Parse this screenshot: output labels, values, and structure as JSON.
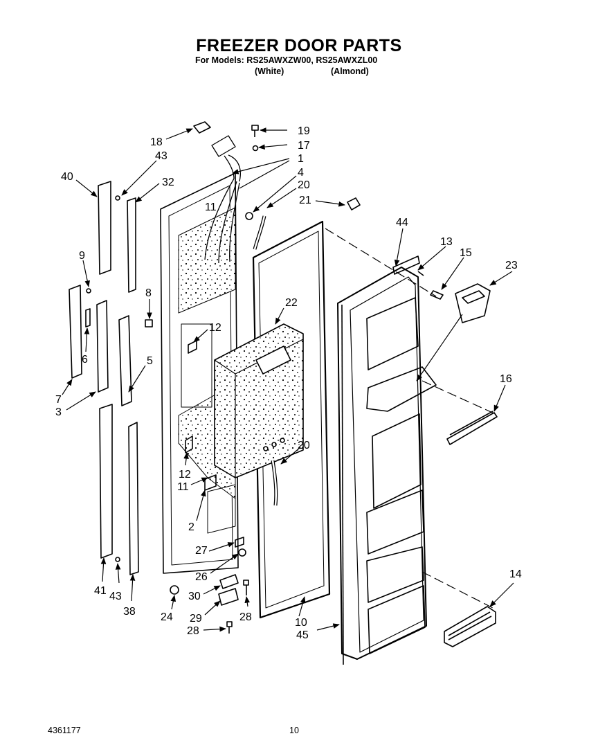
{
  "header": {
    "title": "FREEZER DOOR PARTS",
    "models_line": "For Models: RS25AWXZW00, RS25AWXZL00",
    "color_white": "(White)",
    "color_almond": "(Almond)"
  },
  "callouts": [
    {
      "id": "c18",
      "label": "18"
    },
    {
      "id": "c19",
      "label": "19"
    },
    {
      "id": "c17",
      "label": "17"
    },
    {
      "id": "c43a",
      "label": "43"
    },
    {
      "id": "c1",
      "label": "1"
    },
    {
      "id": "c40",
      "label": "40"
    },
    {
      "id": "c32",
      "label": "32"
    },
    {
      "id": "c4",
      "label": "4"
    },
    {
      "id": "c20a",
      "label": "20"
    },
    {
      "id": "c21",
      "label": "21"
    },
    {
      "id": "c11a",
      "label": "11"
    },
    {
      "id": "c44",
      "label": "44"
    },
    {
      "id": "c13",
      "label": "13"
    },
    {
      "id": "c15",
      "label": "15"
    },
    {
      "id": "c23",
      "label": "23"
    },
    {
      "id": "c9",
      "label": "9"
    },
    {
      "id": "c8",
      "label": "8"
    },
    {
      "id": "c22",
      "label": "22"
    },
    {
      "id": "c12a",
      "label": "12"
    },
    {
      "id": "c6",
      "label": "6"
    },
    {
      "id": "c5",
      "label": "5"
    },
    {
      "id": "c16",
      "label": "16"
    },
    {
      "id": "c7",
      "label": "7"
    },
    {
      "id": "c3",
      "label": "3"
    },
    {
      "id": "c20b",
      "label": "20"
    },
    {
      "id": "c12b",
      "label": "12"
    },
    {
      "id": "c11b",
      "label": "11"
    },
    {
      "id": "c2",
      "label": "2"
    },
    {
      "id": "c27",
      "label": "27"
    },
    {
      "id": "c26",
      "label": "26"
    },
    {
      "id": "c14",
      "label": "14"
    },
    {
      "id": "c41",
      "label": "41"
    },
    {
      "id": "c43b",
      "label": "43"
    },
    {
      "id": "c38",
      "label": "38"
    },
    {
      "id": "c30",
      "label": "30"
    },
    {
      "id": "c24",
      "label": "24"
    },
    {
      "id": "c28a",
      "label": "28"
    },
    {
      "id": "c29",
      "label": "29"
    },
    {
      "id": "c10",
      "label": "10"
    },
    {
      "id": "c28b",
      "label": "28"
    },
    {
      "id": "c45",
      "label": "45"
    }
  ],
  "footer": {
    "doc_number": "4361177",
    "page_number": "10"
  }
}
